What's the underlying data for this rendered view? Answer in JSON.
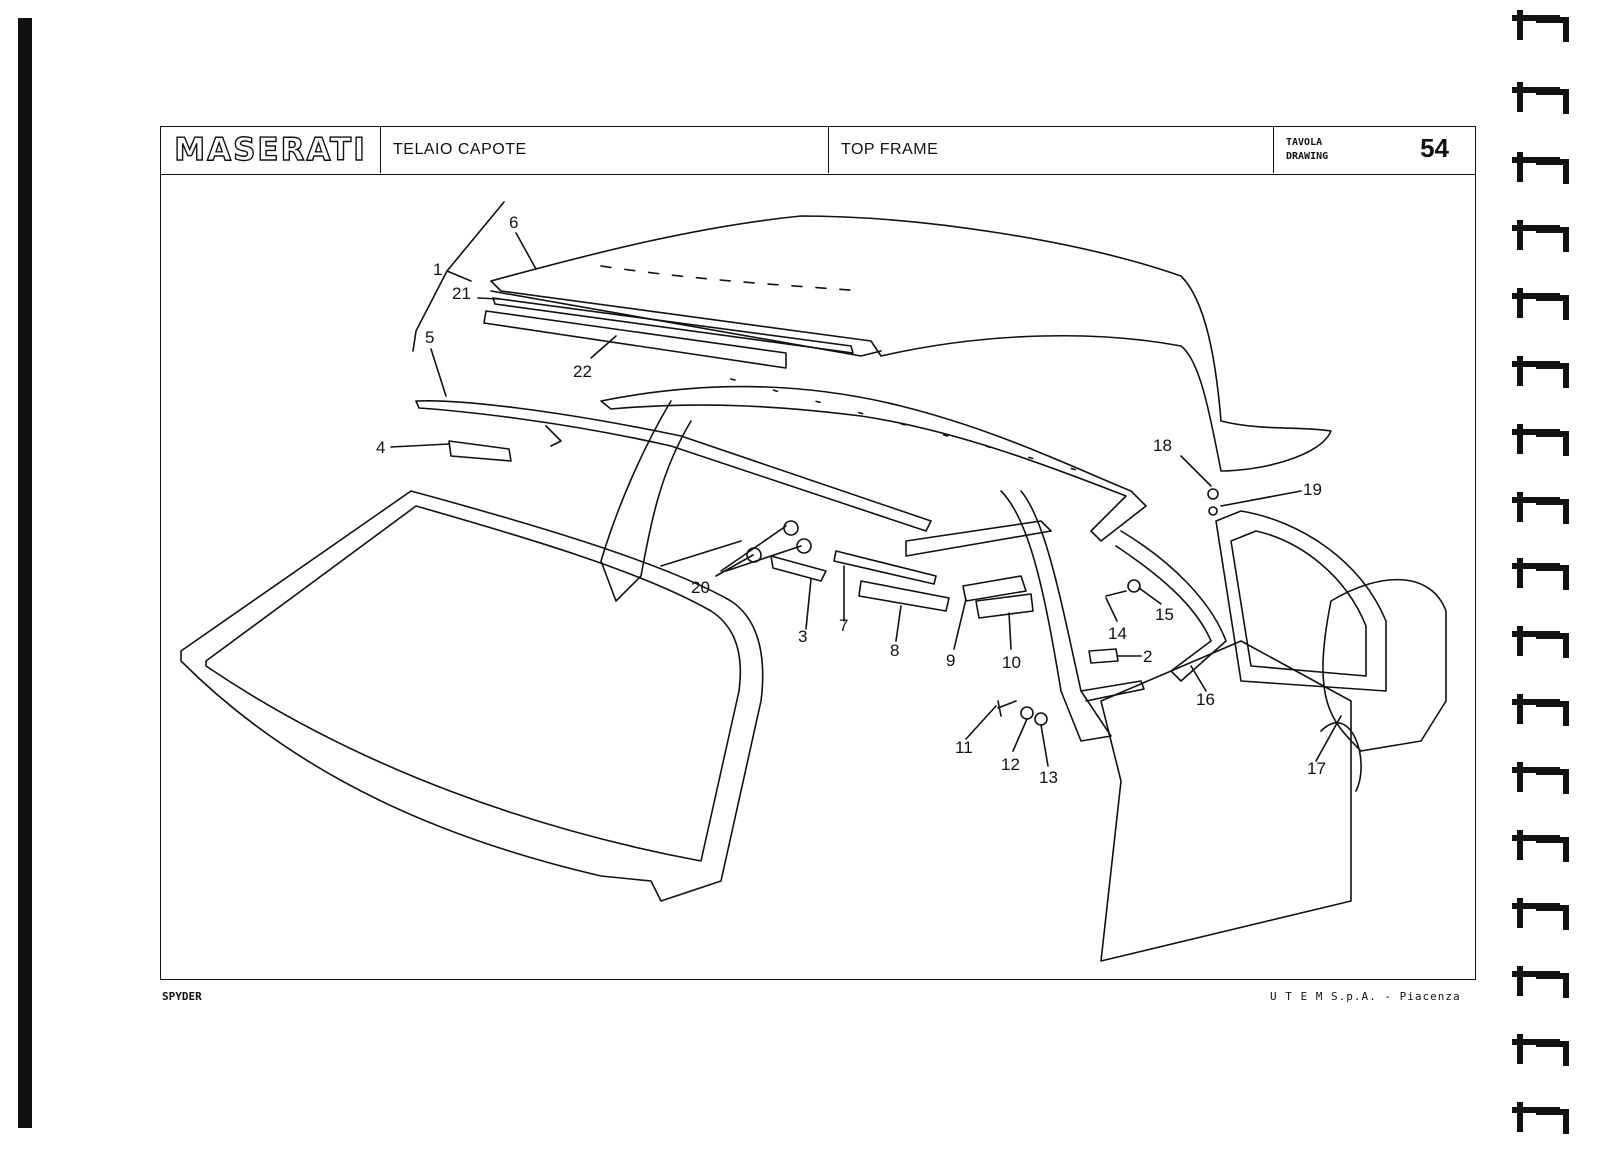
{
  "header": {
    "brand": "MASERATI",
    "title_it": "TELAIO CAPOTE",
    "title_en": "TOP FRAME",
    "tavola_label": "TAVOLA",
    "drawing_label": "DRAWING",
    "drawing_number": "54"
  },
  "callouts": [
    "1",
    "2",
    "3",
    "4",
    "5",
    "6",
    "7",
    "8",
    "9",
    "10",
    "11",
    "12",
    "13",
    "14",
    "15",
    "16",
    "17",
    "18",
    "19",
    "20",
    "21",
    "22"
  ],
  "footer": {
    "model": "SPYDER",
    "publisher": "U T E M  S.p.A. - Piacenza"
  },
  "icons": {
    "brand_logo": "maserati-wordmark",
    "binding": "spiral-binding"
  }
}
